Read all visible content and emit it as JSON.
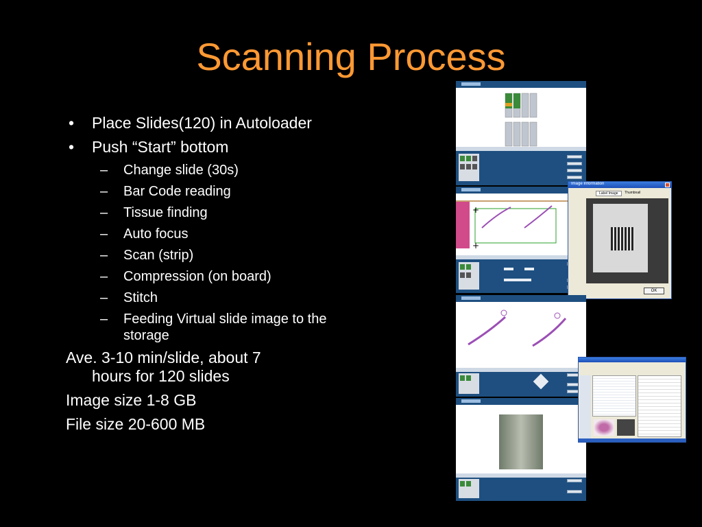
{
  "title": "Scanning Process",
  "bullets": {
    "l1_a": "Place Slides(120) in Autoloader",
    "l1_b": "Push “Start” bottom",
    "sub": [
      "Change slide (30s)",
      "Bar Code reading",
      "Tissue finding",
      "Auto focus",
      "Scan (strip)",
      "Compression (on board)",
      "Stitch",
      "Feeding Virtual slide image to the storage"
    ],
    "p1_line1": "Ave. 3-10 min/slide, about 7",
    "p1_line2": "hours for 120 slides",
    "p2": "Image size 1-8 GB",
    "p3": "File size 20-600 MB"
  },
  "markers": {
    "bullet": "•",
    "dash": "–"
  },
  "dialog": {
    "title": "Image Information",
    "tab1": "Label Image",
    "tab2": "Thumbnail",
    "ok": "OK"
  },
  "colors": {
    "title": "#ff9933",
    "panel": "#1e4f80",
    "tissue": "#9b4fb5"
  }
}
